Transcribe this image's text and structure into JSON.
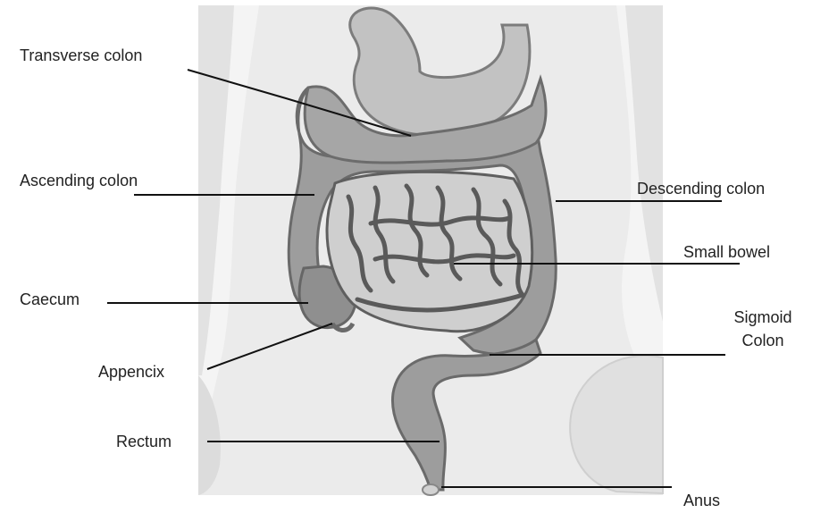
{
  "labels": {
    "transverse_colon": "Transverse colon",
    "ascending_colon": "Ascending colon",
    "caecum": "Caecum",
    "appendix": "Appencix",
    "rectum": "Rectum",
    "descending_colon": "Descending colon",
    "small_bowel": "Small bowel",
    "sigmoid_line1": "Sigmoid",
    "sigmoid_line2": "Colon",
    "anus": "Anus"
  },
  "colors": {
    "background": "#ffffff",
    "body_fill": "#ebebeb",
    "body_shadow": "#d6d6d6",
    "bowel_fill": "#9d9d9d",
    "bowel_edge": "#6a6a6a",
    "bowel_light": "#c9c9c9",
    "small_bowel_fill": "#cfcfcf",
    "small_bowel_edge": "#5f5f5f",
    "leader_line": "#111111",
    "text": "#222222"
  }
}
